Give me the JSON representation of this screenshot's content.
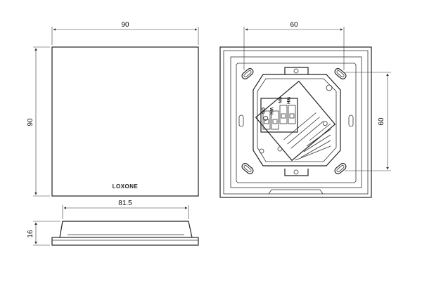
{
  "front_view": {
    "width_dim": "90",
    "height_dim": "90",
    "logo": "LOXONE"
  },
  "side_view": {
    "width_dim": "81.5",
    "depth_dim": "16"
  },
  "back_view": {
    "horizontal_spacing_dim": "60",
    "vertical_spacing_dim": "60",
    "terminal_labels": [
      "OG",
      "WH",
      "GN",
      "WH"
    ]
  },
  "colors": {
    "line": "#222222",
    "background": "#ffffff"
  }
}
